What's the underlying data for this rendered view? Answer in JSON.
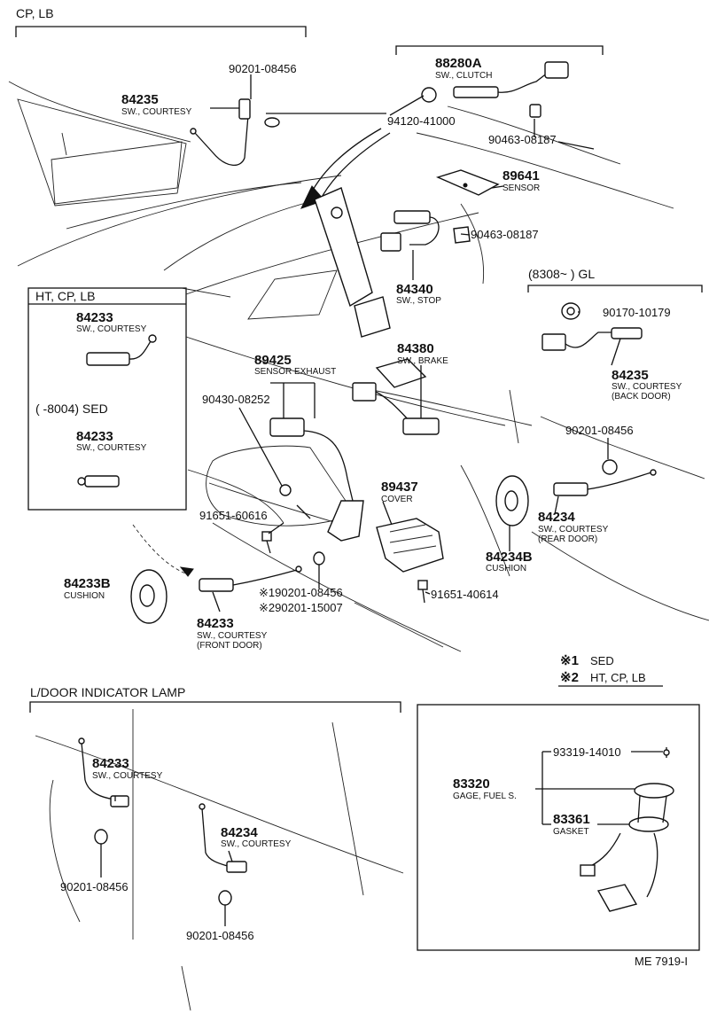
{
  "headers": {
    "cp_lb": "CP, LB",
    "ht_cp_lb": "HT, CP, LB",
    "sed_range": "(      -8004) SED",
    "gl_range": "(8308~          ) GL",
    "ldoor": "L/DOOR INDICATOR LAMP"
  },
  "notes": {
    "n1_mark": "※1",
    "n1_text": "SED",
    "n2_mark": "※2",
    "n2_text": "HT, CP, LB"
  },
  "labels": [
    {
      "num": "90201-08456"
    },
    {
      "num": "84235",
      "name": "SW., COURTESY"
    },
    {
      "num": "88280A",
      "name": "SW., CLUTCH"
    },
    {
      "num": "94120-41000"
    },
    {
      "num": "90463-08187"
    },
    {
      "num": "89641",
      "name": "SENSOR"
    },
    {
      "num": "90463-08187"
    },
    {
      "num": "84340",
      "name": "SW., STOP"
    },
    {
      "num": "84233",
      "name": "SW., COURTESY"
    },
    {
      "num": "84233",
      "name": "SW., COURTESY"
    },
    {
      "num": "89425",
      "name": "SENSOR EXHAUST"
    },
    {
      "num": "84380",
      "name": "SW., BRAKE"
    },
    {
      "num": "90430-08252"
    },
    {
      "num": "90170-10179"
    },
    {
      "num": "84235",
      "name": "SW., COURTESY",
      "name2": "(BACK DOOR)"
    },
    {
      "num": "90201-08456"
    },
    {
      "num": "89437",
      "name": "COVER"
    },
    {
      "num": "91651-60616"
    },
    {
      "num": "84234",
      "name": "SW., COURTESY",
      "name2": "(REAR DOOR)"
    },
    {
      "num": "84234B",
      "name": "CUSHION"
    },
    {
      "num": "84233B",
      "name": "CUSHION"
    },
    {
      "num": "※190201-08456"
    },
    {
      "num": "※290201-15007"
    },
    {
      "num": "91651-40614"
    },
    {
      "num": "84233",
      "name": "SW., COURTESY",
      "name2": "(FRONT DOOR)"
    },
    {
      "num": "84233",
      "name": "SW., COURTESY"
    },
    {
      "num": "84234",
      "name": "SW., COURTESY"
    },
    {
      "num": "90201-08456"
    },
    {
      "num": "90201-08456"
    },
    {
      "num": "93319-14010"
    },
    {
      "num": "83320",
      "name": "GAGE, FUEL S."
    },
    {
      "num": "83361",
      "name": "GASKET"
    }
  ],
  "footer": "ME 7919-I"
}
